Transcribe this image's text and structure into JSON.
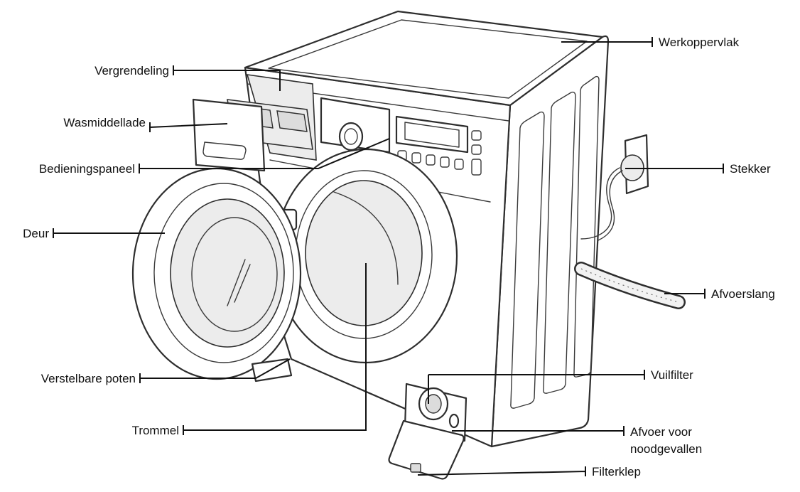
{
  "labels": {
    "werkoppervlak": "Werkoppervlak",
    "vergrendeling": "Vergrendeling",
    "wasmiddellade": "Wasmiddellade",
    "bedieningspaneel": "Bedieningspaneel",
    "stekker": "Stekker",
    "deur": "Deur",
    "afvoerslang": "Afvoerslang",
    "verstelbare_poten": "Verstelbare poten",
    "vuilfilter": "Vuilfilter",
    "trommel": "Trommel",
    "afvoer_line1": "Afvoer voor",
    "afvoer_line2": "noodgevallen",
    "filterklep": "Filterklep"
  }
}
